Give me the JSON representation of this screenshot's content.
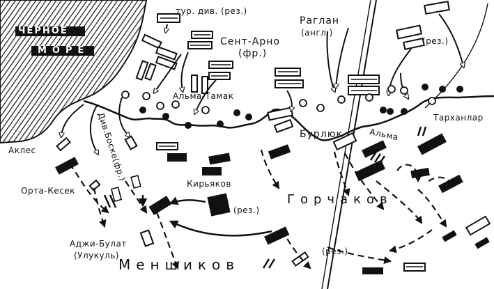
{
  "map": {
    "sea": {
      "line1": "ЧЕРНОЕ",
      "line2": "МОРЕ"
    },
    "places": {
      "akles": "Аклес",
      "orta_kesek": "Орта-Кесек",
      "adzhi_bulat": "Аджи-Булат",
      "ulukul": "(Улукуль)",
      "almatamak": "Альма-Тамак",
      "burlyuk": "Бурлюк",
      "tarkhanlar": "Тарханлар",
      "river_alma": "Альма",
      "bosque": "Див.Боске(фр.)"
    },
    "commanders": {
      "st_arnaud": "Сент-Арно",
      "st_arnaud_nat": "(фр.)",
      "raglan": "Раглан",
      "raglan_nat": "(англ.)",
      "gorchakov": "Горчаков",
      "kiryakov": "Кирьяков",
      "menshikov": "Меншиков"
    },
    "units": {
      "turk_div": "тур. див. (рез.)",
      "reserve_eng": "(рез.)",
      "reserve_center": "(рез.)",
      "reserve_south": "(рез.)"
    },
    "colors": {
      "ink": "#111111",
      "paper": "#ffffff"
    }
  }
}
